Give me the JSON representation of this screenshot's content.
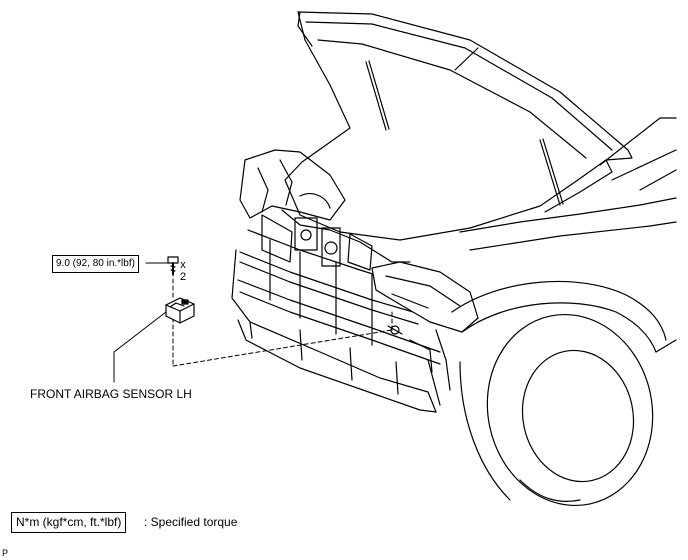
{
  "torque": {
    "spec": "9.0 (92, 80 in.*lbf)",
    "qty_x": "x",
    "qty_n": "2"
  },
  "part": {
    "label": "FRONT AIRBAG SENSOR LH"
  },
  "legend": {
    "unit_box": "N*m (kgf*cm, ft.*lbf)",
    "description": ": Specified torque"
  },
  "figure": {
    "code": "P"
  },
  "icons": {
    "bolt": "bolt-icon",
    "sensor": "airbag-sensor-icon",
    "vehicle": "vehicle-front-illustration"
  }
}
